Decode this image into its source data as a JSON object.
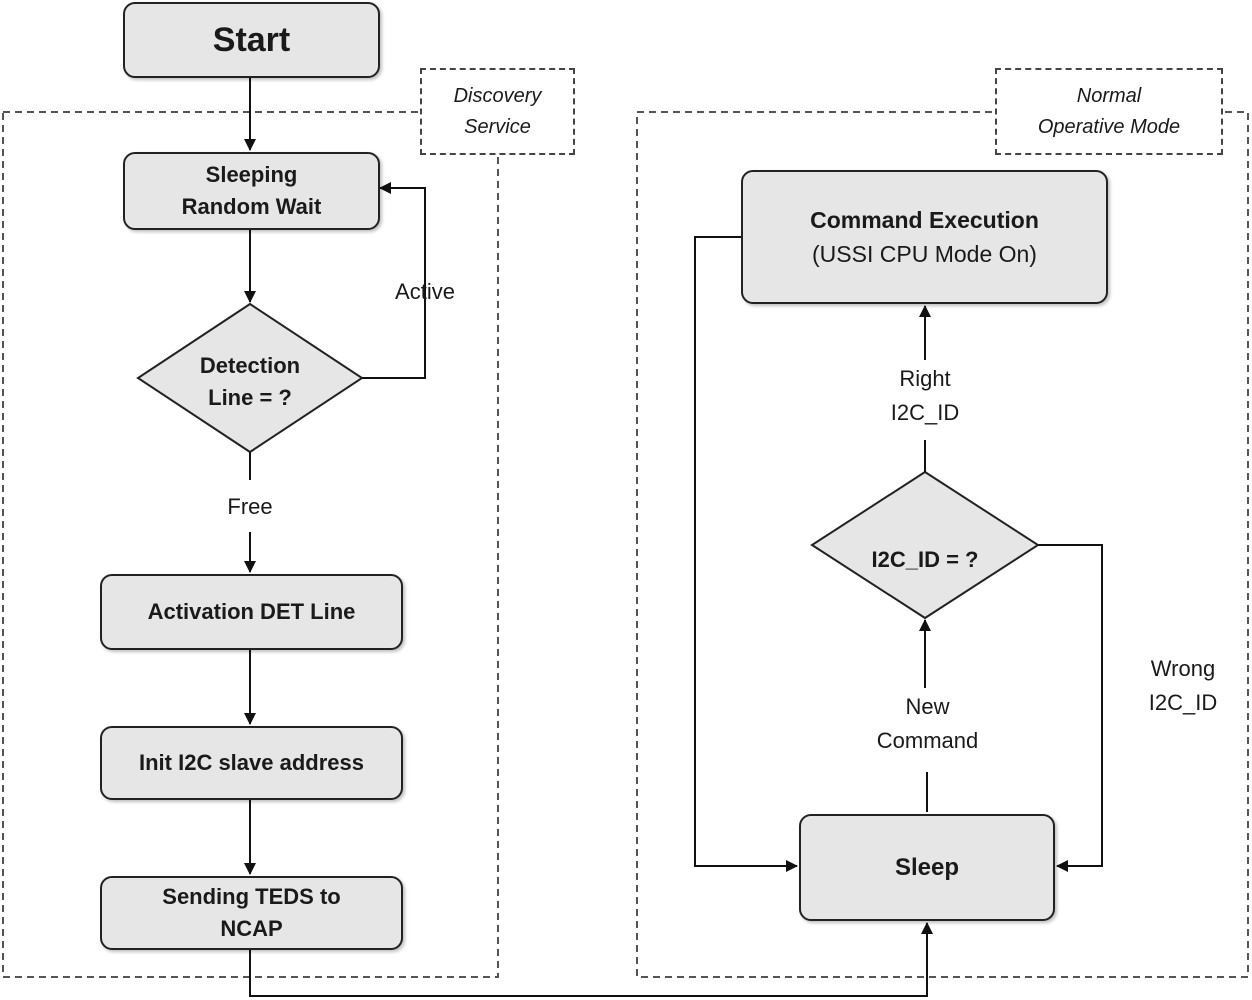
{
  "nodes": {
    "start": "Start",
    "sleeping_random_wait": [
      "Sleeping",
      "Random Wait"
    ],
    "detection_line": [
      "Detection",
      "Line = ?"
    ],
    "activation_det_line": "Activation DET Line",
    "init_i2c": "Init I2C slave address",
    "sending_teds": [
      "Sending TEDS to",
      "NCAP"
    ],
    "command_execution": [
      "Command Execution",
      "(USSI CPU Mode On)"
    ],
    "i2c_id_check": "I2C_ID = ?",
    "sleep": "Sleep"
  },
  "edges": {
    "active": "Active",
    "free": "Free",
    "right_i2c_id": [
      "Right",
      "I2C_ID"
    ],
    "new_command": [
      "New",
      "Command"
    ],
    "wrong_i2c_id": [
      "Wrong",
      "I2C_ID"
    ]
  },
  "groups": {
    "discovery_service": [
      "Discovery",
      "Service"
    ],
    "normal_operative_mode": [
      "Normal",
      "Operative Mode"
    ]
  }
}
